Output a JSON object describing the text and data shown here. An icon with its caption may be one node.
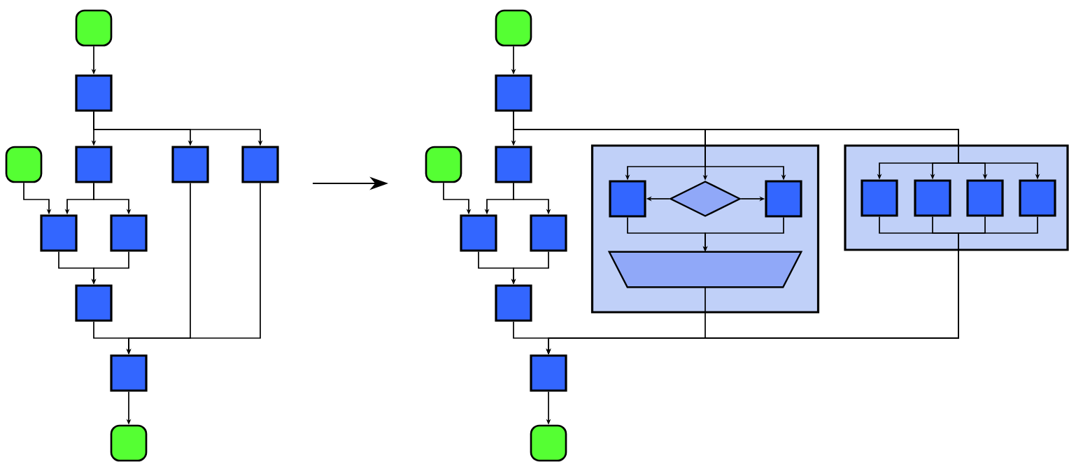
{
  "diagram": {
    "nodes": [
      {
        "text": [],
        "shape": "terminal"
      },
      {
        "text": [],
        "shape": "box"
      },
      {
        "text": [],
        "shape": "box"
      },
      {
        "text": [],
        "shape": "box"
      },
      {
        "text": [],
        "shape": "box"
      },
      {
        "text": [],
        "shape": "terminal"
      },
      {
        "text": [],
        "shape": "box"
      },
      {
        "text": [],
        "shape": "box"
      },
      {
        "text": [],
        "shape": "box"
      },
      {
        "text": [],
        "shape": "box"
      },
      {
        "text": [],
        "shape": "terminal"
      },
      {
        "text": [],
        "shape": "terminal"
      },
      {
        "text": [],
        "shape": "box"
      },
      {
        "text": [],
        "shape": "box"
      },
      {
        "text": [],
        "shape": "terminal"
      },
      {
        "text": [],
        "shape": "box"
      },
      {
        "text": [],
        "shape": "box"
      },
      {
        "text": [],
        "shape": "box"
      },
      {
        "text": [],
        "shape": "box"
      },
      {
        "text": [],
        "shape": "terminal"
      },
      {
        "text": [],
        "shape": "panel"
      },
      {
        "text": [],
        "shape": "box",
        "in": 20
      },
      {
        "text": [],
        "shape": "diamond",
        "in": 20
      },
      {
        "text": [],
        "shape": "box",
        "in": 20
      },
      {
        "text": [],
        "shape": "trapezoid",
        "in": 20
      },
      {
        "text": [],
        "shape": "panel"
      },
      {
        "text": [],
        "shape": "box",
        "in": 25
      },
      {
        "text": [],
        "shape": "box",
        "in": 25
      },
      {
        "text": [],
        "shape": "box",
        "in": 25
      },
      {
        "text": [],
        "shape": "box",
        "in": 25
      }
    ],
    "edges": [
      {
        "from": 0,
        "to": 1,
        "arrow": "to"
      },
      {
        "from": 1,
        "to": 2,
        "arrow": "to"
      },
      {
        "from": 1,
        "to": 3,
        "arrow": "to"
      },
      {
        "from": 1,
        "to": 4,
        "arrow": "to"
      },
      {
        "from": 5,
        "to": 6,
        "arrow": "to"
      },
      {
        "from": 2,
        "to": 6,
        "arrow": "to"
      },
      {
        "from": 2,
        "to": 7,
        "arrow": "to"
      },
      {
        "from": 6,
        "to": 8,
        "arrow": "to"
      },
      {
        "from": 7,
        "to": 8,
        "arrow": "to"
      },
      {
        "from": 8,
        "to": 9,
        "arrow": "to"
      },
      {
        "from": 3,
        "to": 9,
        "arrow": "to"
      },
      {
        "from": 4,
        "to": 9,
        "arrow": "to"
      },
      {
        "from": 9,
        "to": 10,
        "arrow": "to"
      },
      {
        "from": 11,
        "to": 12,
        "arrow": "to"
      },
      {
        "from": 12,
        "to": 13,
        "arrow": "to"
      },
      {
        "from": 14,
        "to": 15,
        "arrow": "to"
      },
      {
        "from": 13,
        "to": 15,
        "arrow": "to"
      },
      {
        "from": 13,
        "to": 16,
        "arrow": "to"
      },
      {
        "from": 15,
        "to": 17,
        "arrow": "to"
      },
      {
        "from": 16,
        "to": 17,
        "arrow": "to"
      },
      {
        "from": 17,
        "to": 18,
        "arrow": "to"
      },
      {
        "from": 18,
        "to": 19,
        "arrow": "to"
      },
      {
        "from": 12,
        "to": 21,
        "arrow": "to"
      },
      {
        "from": 12,
        "to": 22,
        "arrow": "to"
      },
      {
        "from": 12,
        "to": 23,
        "arrow": "to"
      },
      {
        "from": 22,
        "to": 21,
        "arrow": "to"
      },
      {
        "from": 22,
        "to": 23,
        "arrow": "to"
      },
      {
        "from": 21,
        "to": 24,
        "arrow": "to"
      },
      {
        "from": 23,
        "to": 24,
        "arrow": "to"
      },
      {
        "from": 24,
        "to": 18,
        "arrow": "to"
      },
      {
        "from": 12,
        "to": 26,
        "arrow": "to"
      },
      {
        "from": 12,
        "to": 27,
        "arrow": "to"
      },
      {
        "from": 12,
        "to": 28,
        "arrow": "to"
      },
      {
        "from": 12,
        "to": 29,
        "arrow": "to"
      },
      {
        "from": 26,
        "to": 18,
        "arrow": "to"
      },
      {
        "from": 27,
        "to": 18,
        "arrow": "to"
      },
      {
        "from": 28,
        "to": 18,
        "arrow": "to"
      },
      {
        "from": 29,
        "to": 18,
        "arrow": "to"
      }
    ]
  }
}
